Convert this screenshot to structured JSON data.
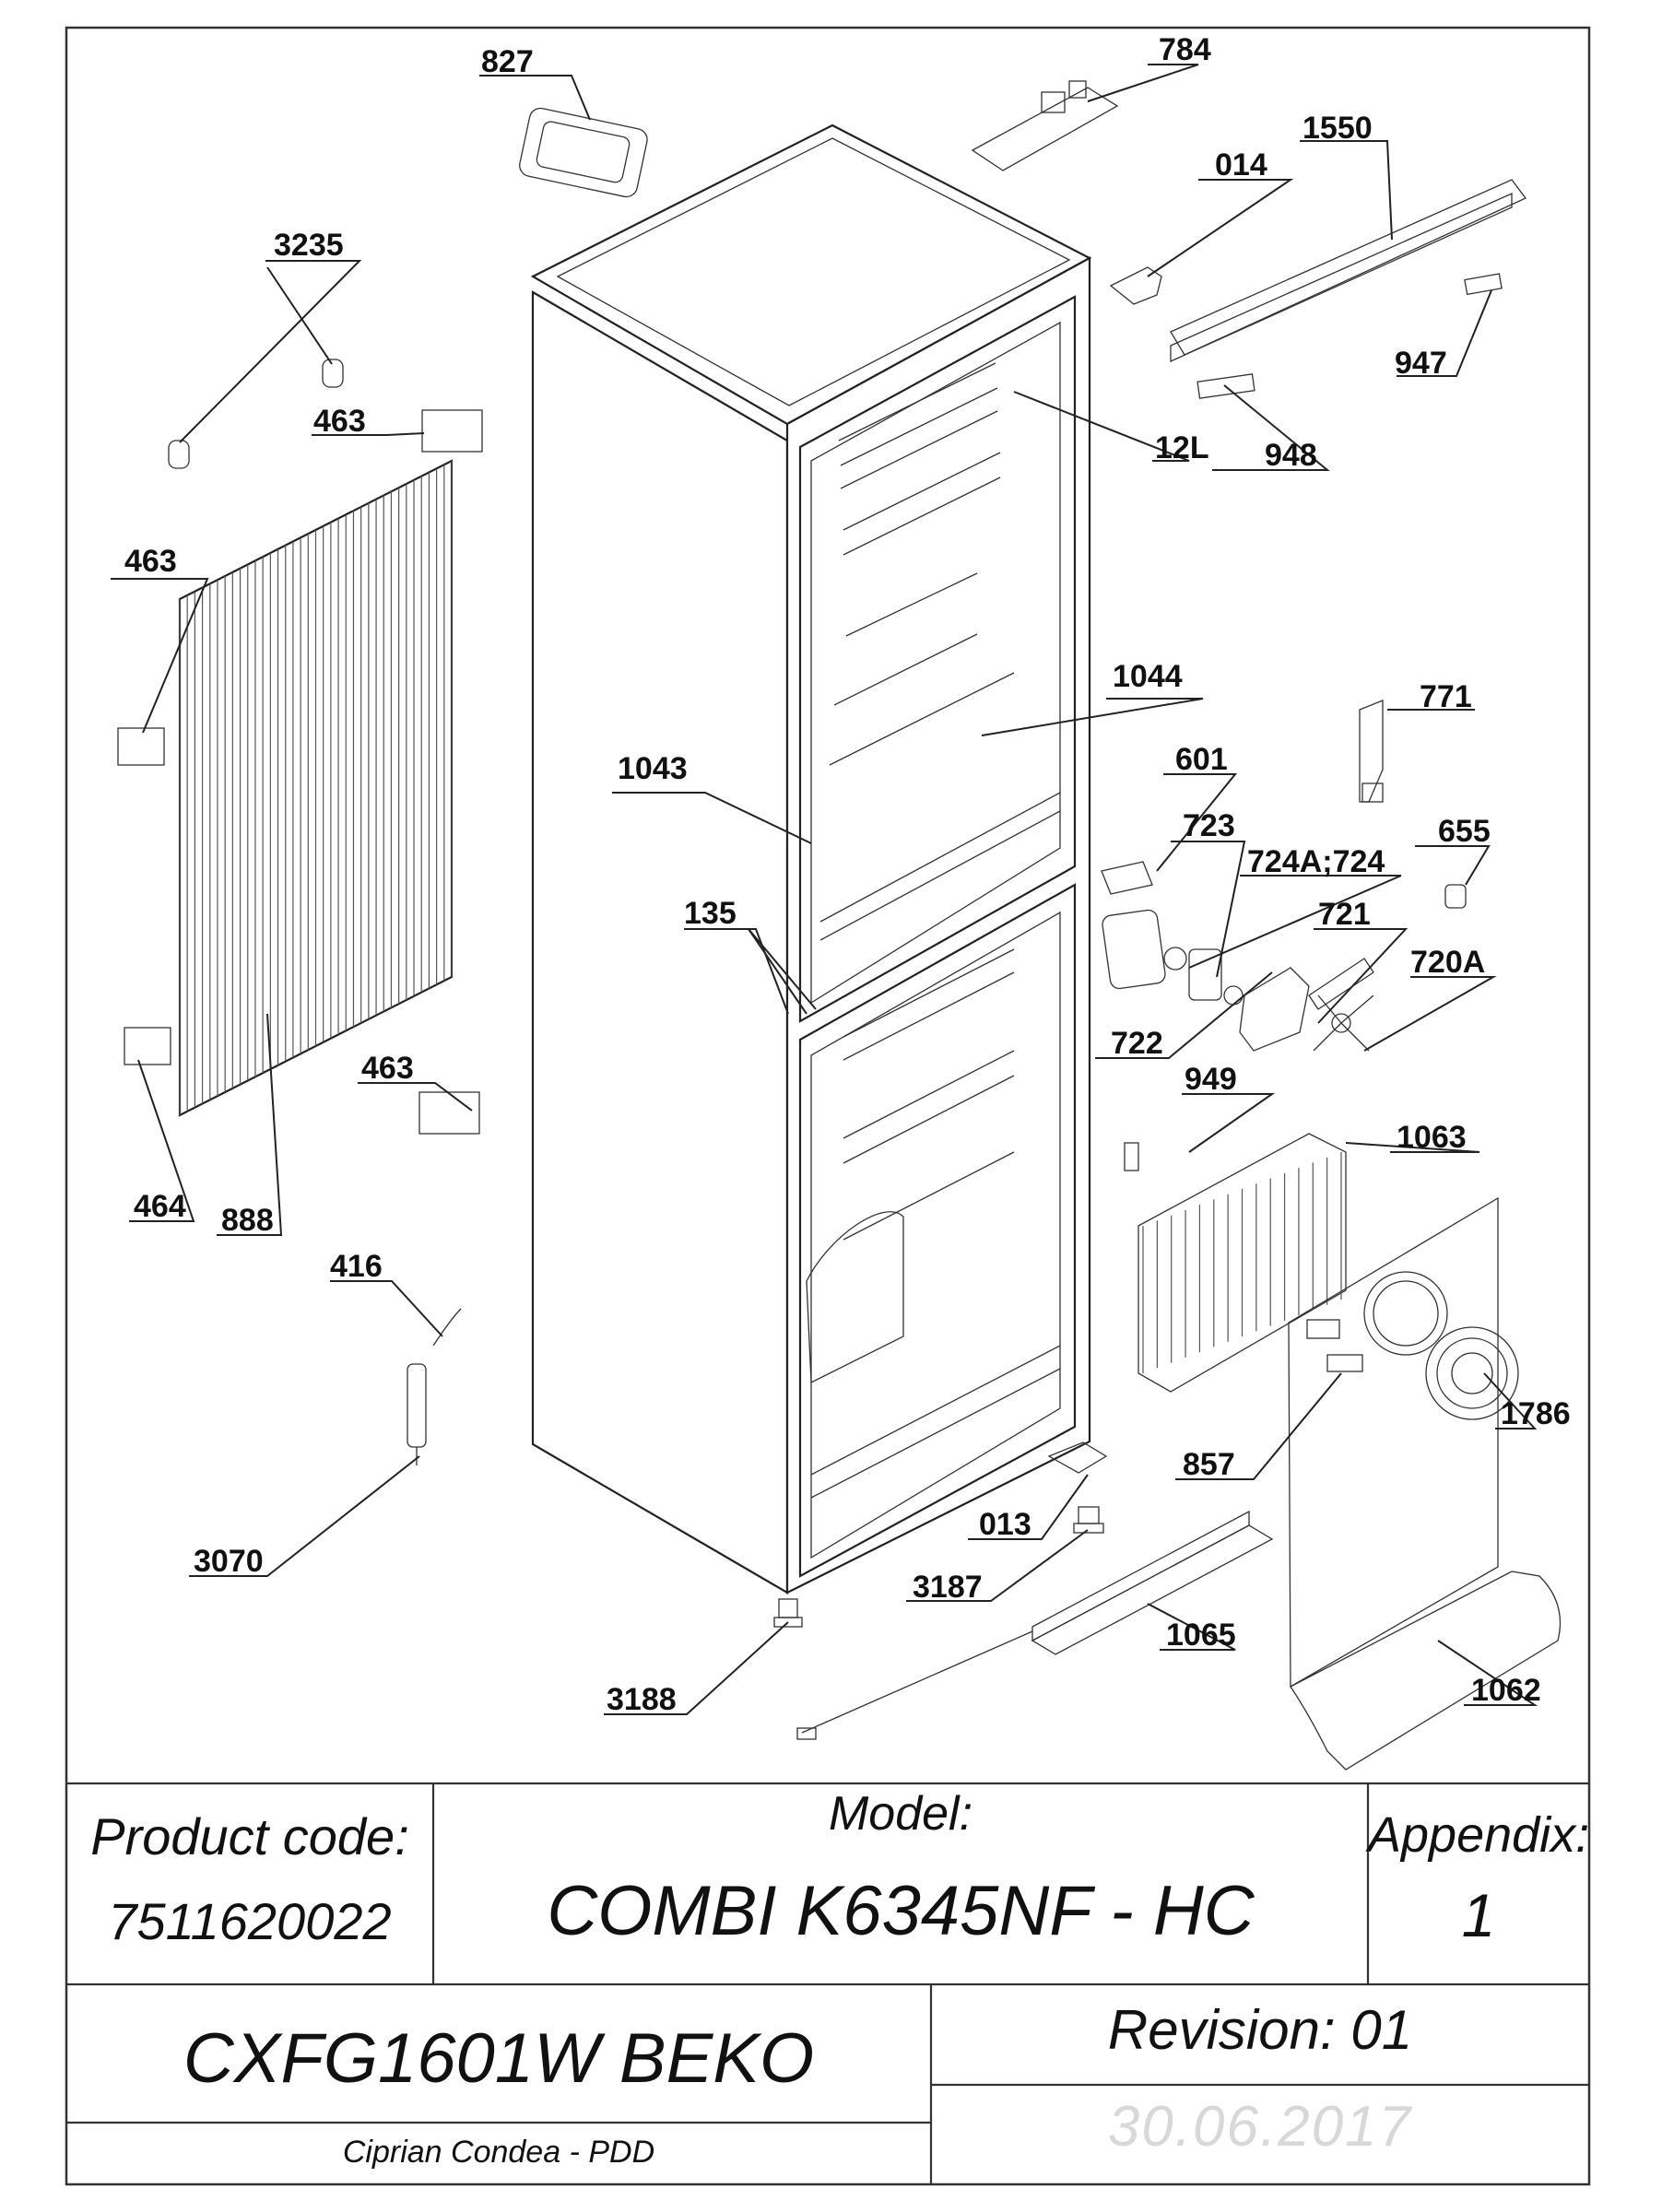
{
  "callouts": {
    "c827": "827",
    "c784": "784",
    "c1550": "1550",
    "c014": "014",
    "c3235": "3235",
    "c947": "947",
    "c463a": "463",
    "c12L": "12L",
    "c948": "948",
    "c463b": "463",
    "c1044": "1044",
    "c771": "771",
    "c1043": "1043",
    "c601": "601",
    "c723": "723",
    "c655": "655",
    "c724": "724A;724",
    "c135": "135",
    "c721": "721",
    "c720A": "720A",
    "c722": "722",
    "c463c": "463",
    "c949": "949",
    "c1063": "1063",
    "c464": "464",
    "c888": "888",
    "c416": "416",
    "c1786": "1786",
    "c857": "857",
    "c013": "013",
    "c3070": "3070",
    "c3187": "3187",
    "c1065": "1065",
    "c1062": "1062",
    "c3188": "3188"
  },
  "title_block": {
    "product_code_label": "Product code:",
    "product_code": "7511620022",
    "model_label": "Model:",
    "model": "COMBI K6345NF - HC",
    "appendix_label": "Appendix:",
    "appendix": "1",
    "variant": "CXFG1601W BEKO",
    "revision": "Revision: 01",
    "author": "Ciprian Condea - PDD",
    "date": "30.06.2017"
  }
}
